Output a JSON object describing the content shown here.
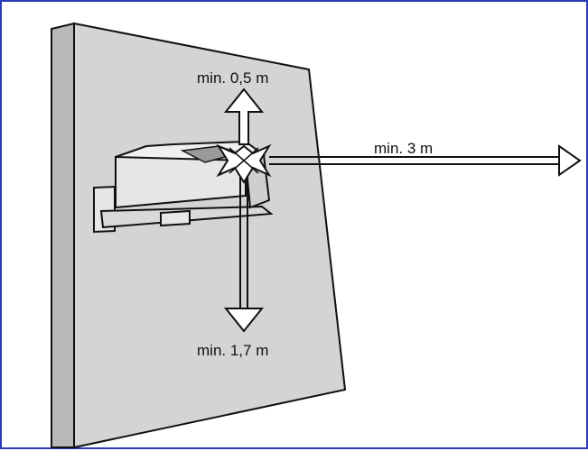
{
  "labels": {
    "top_clearance": "min. 0,5 m",
    "front_clearance": "min. 3 m",
    "bottom_clearance": "min. 1,7 m"
  },
  "colors": {
    "frame": "#2b3ab8",
    "line": "#111111",
    "wall_fill": "#d4d4d4",
    "wall_side": "#b8b8b8",
    "device_fill": "#e6e6e6",
    "background": "#ffffff"
  }
}
